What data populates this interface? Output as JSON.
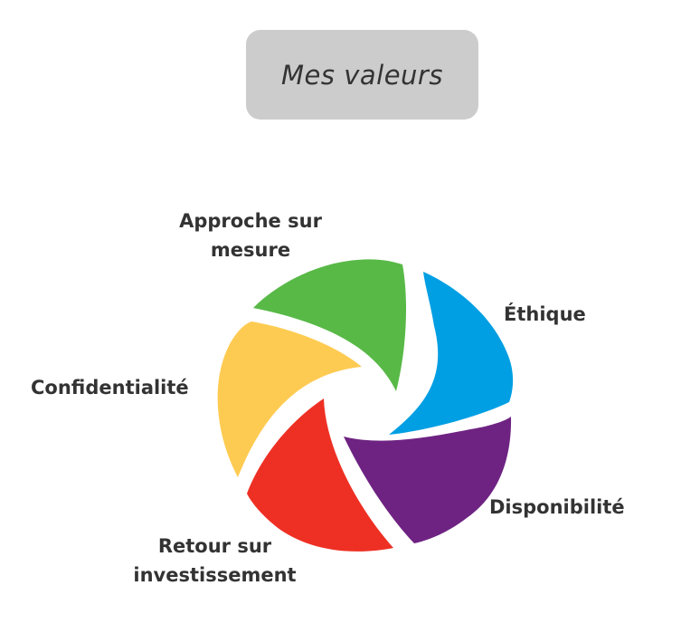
{
  "title": "Mes valeurs",
  "segments": [
    {
      "key": "ethique",
      "label_lines": [
        "Éthique"
      ],
      "color": "#009fe3"
    },
    {
      "key": "disponibilite",
      "label_lines": [
        "Disponibilité"
      ],
      "color": "#6e2382"
    },
    {
      "key": "retour",
      "label_lines": [
        "Retour sur",
        "investissement"
      ],
      "color": "#ee3024"
    },
    {
      "key": "confidentialite",
      "label_lines": [
        "Confidentialité"
      ],
      "color": "#fecb52"
    },
    {
      "key": "approche",
      "label_lines": [
        "Approche sur",
        "mesure"
      ],
      "color": "#58b947"
    }
  ]
}
